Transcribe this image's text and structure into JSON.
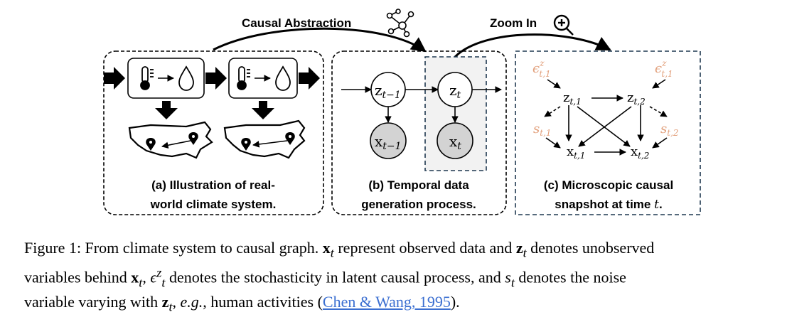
{
  "top": {
    "causal_abstraction": "Causal Abstraction",
    "zoom_in": "Zoom In"
  },
  "panel_a": {
    "line1": "(a) Illustration of real-",
    "line2": "world climate system."
  },
  "panel_b": {
    "line1": "(b) Temporal data",
    "line2": "generation process."
  },
  "panel_c": {
    "line1": "(c) Microscopic causal",
    "line2": "snapshot at time",
    "time_var": "t",
    "end": "."
  },
  "nodes": {
    "z_prev": "z",
    "z_prev_sub": "t−1",
    "z_cur": "z",
    "z_cur_sub": "t",
    "x_prev": "x",
    "x_prev_sub": "t−1",
    "x_cur": "x",
    "x_cur_sub": "t",
    "z_t1": "z",
    "z_t1_sub": "t,1",
    "z_t2": "z",
    "z_t2_sub": "t,2",
    "x_t1": "x",
    "x_t1_sub": "t,1",
    "x_t2": "x",
    "x_t2_sub": "t,2",
    "eps_1": "ϵ",
    "eps_1_sub": "t,1",
    "eps_1_sup": "z",
    "eps_2": "ϵ",
    "eps_2_sub": "t,1",
    "eps_2_sup": "z",
    "s_1": "s",
    "s_1_sub": "t,1",
    "s_2": "s",
    "s_2_sub": "t,2"
  },
  "colors": {
    "noise": "#e2a07c",
    "observed_fill": "#d3d3d3",
    "citation": "#3b6fd1"
  },
  "icons": [
    "network-icon",
    "zoom-in-icon",
    "thermometer-icon",
    "water-drop-icon",
    "us-map-icon",
    "location-pin-icon"
  ],
  "caption": {
    "p1": "Figure 1: From climate system to causal graph. ",
    "x_t": "x",
    "t": "t",
    "p2": " represent observed data and ",
    "z_t": "z",
    "p3": " denotes unobserved",
    "p4": "variables behind ",
    "p5": ", ",
    "eps": "ϵ",
    "eps_sup": "z",
    "p6": " denotes the stochasticity in latent causal process, and ",
    "s": "s",
    "p7": " denotes the noise",
    "p8": "variable varying with ",
    "p9": ", ",
    "eg": "e.g.",
    "p10": ", human activities (",
    "citation": "Chen & Wang, 1995",
    "p11": ")."
  }
}
